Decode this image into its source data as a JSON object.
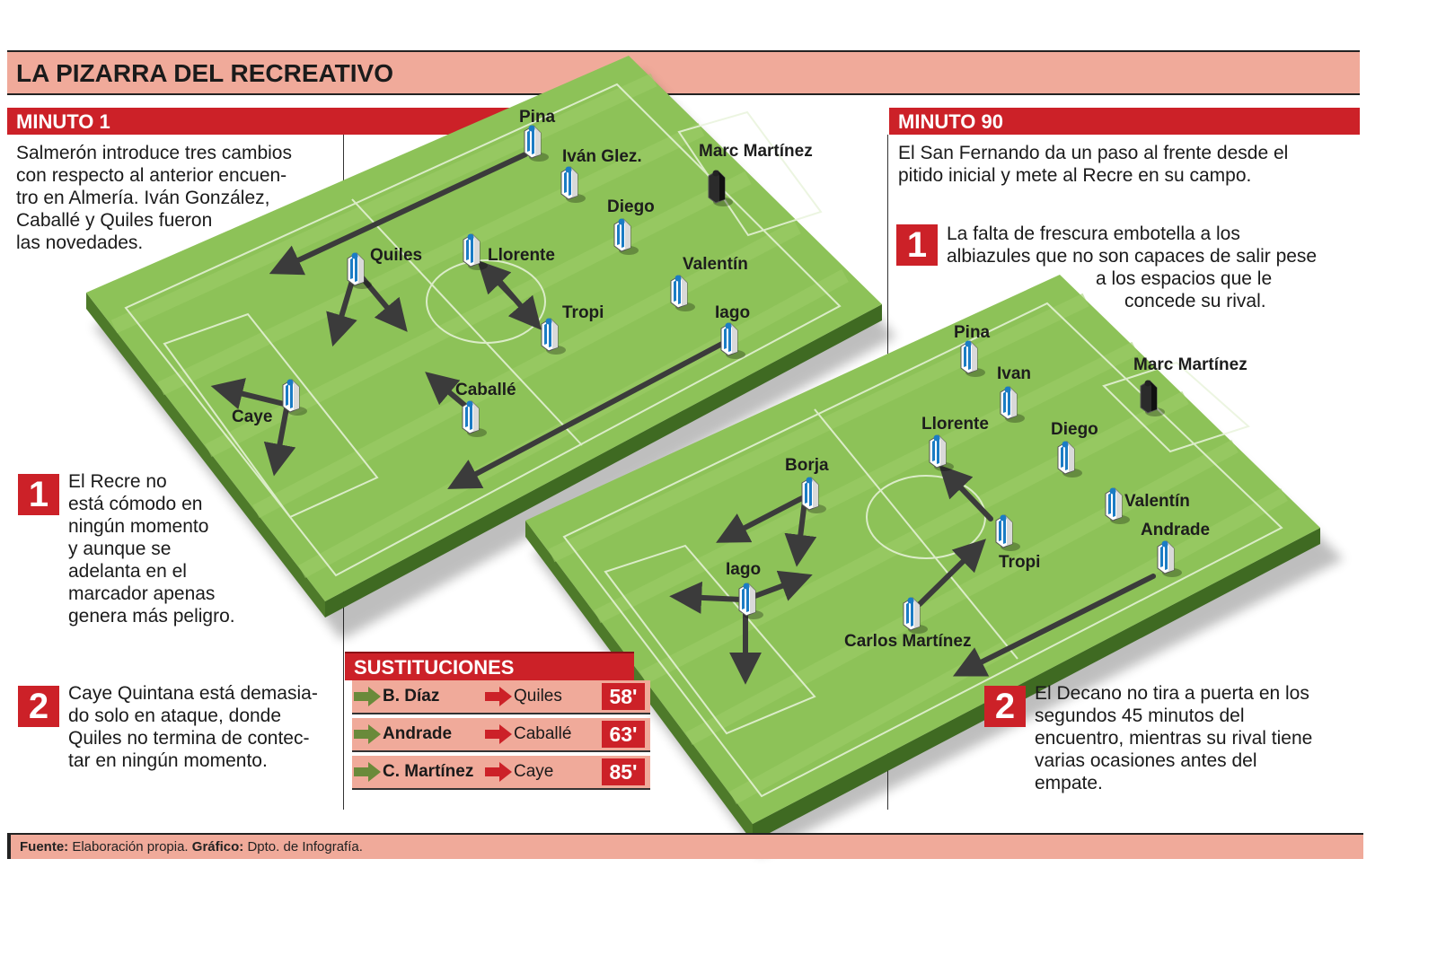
{
  "title": "LA PIZARRA DEL RECREATIVO",
  "minute1": {
    "header": "MINUTO 1",
    "intro": [
      "Salmerón introduce tres cambios",
      "con respecto al anterior encuen-",
      "tro en Almería. Iván González,",
      "Caballé y Quiles fueron",
      "las novedades."
    ],
    "point1": {
      "num": "1",
      "lines": [
        "El Recre no",
        "está cómodo en",
        "ningún momento",
        "y aunque se",
        "adelanta en el",
        "marcador apenas",
        "genera más peligro."
      ]
    },
    "point2": {
      "num": "2",
      "lines": [
        "Caye Quintana está demasia-",
        "do solo en ataque, donde",
        "Quiles no termina de contec-",
        "tar en ningún momento."
      ]
    },
    "players": [
      "Pina",
      "Iván Glez.",
      "Marc Martínez",
      "Diego",
      "Quiles",
      "Llorente",
      "Valentín",
      "Tropi",
      "Iago",
      "Caballé",
      "Caye"
    ]
  },
  "minute90": {
    "header": "MINUTO 90",
    "intro": [
      "El San Fernando da un paso al frente desde el",
      "pitido inicial y mete al Recre en su campo."
    ],
    "point1": {
      "num": "1",
      "lines": [
        "La falta de frescura embotella a los",
        "albiazules que no son capaces de salir pese",
        "a los espacios que le",
        "concede su rival."
      ]
    },
    "point2": {
      "num": "2",
      "lines": [
        "El Decano no tira a puerta en los",
        "segundos 45 minutos del",
        "encuentro, mientras su rival tiene",
        "varias ocasiones antes del",
        "empate."
      ]
    },
    "players": [
      "Pina",
      "Ivan",
      "Marc Martínez",
      "Llorente",
      "Diego",
      "Borja",
      "Valentín",
      "Andrade",
      "Iago",
      "Tropi",
      "Carlos Martínez"
    ]
  },
  "substitutions": {
    "header": "SUSTITUCIONES",
    "rows": [
      {
        "in": "B. Díaz",
        "out": "Quiles",
        "minute": "58'"
      },
      {
        "in": "Andrade",
        "out": "Caballé",
        "minute": "63'"
      },
      {
        "in": "C. Martínez",
        "out": "Caye",
        "minute": "85'"
      }
    ]
  },
  "footer": {
    "source_label": "Fuente:",
    "source": "Elaboración propia.",
    "graphic_label": "Gráfico:",
    "graphic": "Dpto. de Infografía."
  },
  "colors": {
    "accent_red": "#cc2128",
    "salmon": "#f0aa9a",
    "pitch_green": "#8dc258",
    "pitch_side": "#4e7a2a",
    "arrow_dark": "#3b3b3b"
  }
}
